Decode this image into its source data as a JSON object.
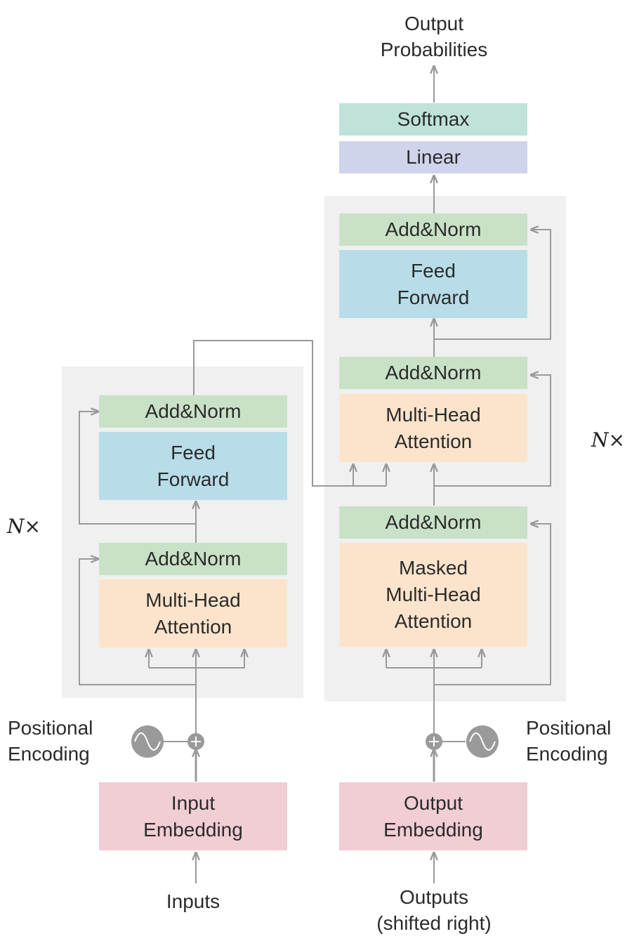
{
  "output_label": [
    "Output",
    "Probabilities"
  ],
  "softmax": "Softmax",
  "linear": "Linear",
  "encoder": {
    "add_norm_top": "Add&Norm",
    "feed_forward": [
      "Feed",
      "Forward"
    ],
    "add_norm_bottom": "Add&Norm",
    "attention": [
      "Multi-Head",
      "Attention"
    ],
    "repeat": "N×"
  },
  "decoder": {
    "add_norm_top": "Add&Norm",
    "feed_forward": [
      "Feed",
      "Forward"
    ],
    "add_norm_mid": "Add&Norm",
    "attention": [
      "Multi-Head",
      "Attention"
    ],
    "add_norm_bottom": "Add&Norm",
    "masked_attention": [
      "Masked",
      "Multi-Head",
      "Attention"
    ],
    "repeat": "N×"
  },
  "positional_encoding_left": [
    "Positional",
    "Encoding"
  ],
  "positional_encoding_right": [
    "Positional",
    "Encoding"
  ],
  "input_embedding": [
    "Input",
    "Embedding"
  ],
  "output_embedding": [
    "Output",
    "Embedding"
  ],
  "inputs_label": "Inputs",
  "outputs_label": [
    "Outputs",
    "(shifted right)"
  ],
  "colors": {
    "add_norm": "#c9e2c7",
    "feed_forward": "#b8dde9",
    "attention": "#fce4cc",
    "embedding": "#f1cdd4",
    "softmax": "#bfe3da",
    "linear": "#d0d3ec",
    "stack_background": "#f0f0f0",
    "wire": "#9a9a9a"
  }
}
